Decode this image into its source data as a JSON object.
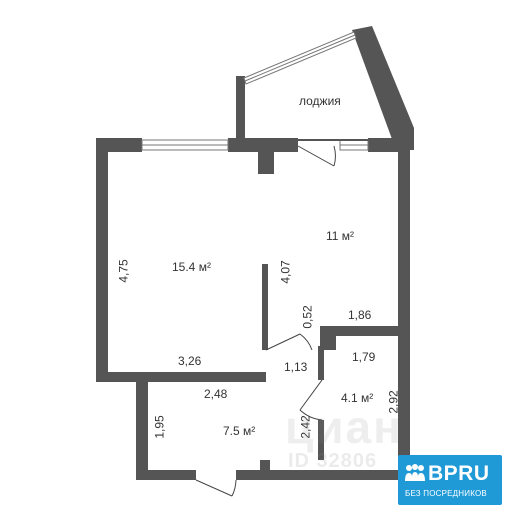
{
  "rooms": {
    "loggia": "лоджия",
    "main_room_area": "15.4 м²",
    "kitchen_area": "11 м²",
    "bathroom_area": "4.1 м²",
    "hall_area": "7.5 м²"
  },
  "dimensions": {
    "main_room_height": "4,75",
    "partition_length": "4,07",
    "main_room_width": "3,26",
    "small_wall": "0,52",
    "kitchen_bottom": "1,86",
    "door_width": "1,13",
    "bath_top": "1,79",
    "bath_side": "2,92",
    "hall_top": "2,48",
    "hall_left": "1,95",
    "hall_right": "2,42"
  },
  "watermark": {
    "text": "циан",
    "id": "ID 32806"
  },
  "logo": {
    "brand": "BPRU",
    "tagline": "БЕЗ ПОСРЕДНИКОВ",
    "icon": "people-group-icon",
    "color": "#1f9ad6"
  },
  "colors": {
    "wall": "#555555",
    "line": "#333333"
  }
}
